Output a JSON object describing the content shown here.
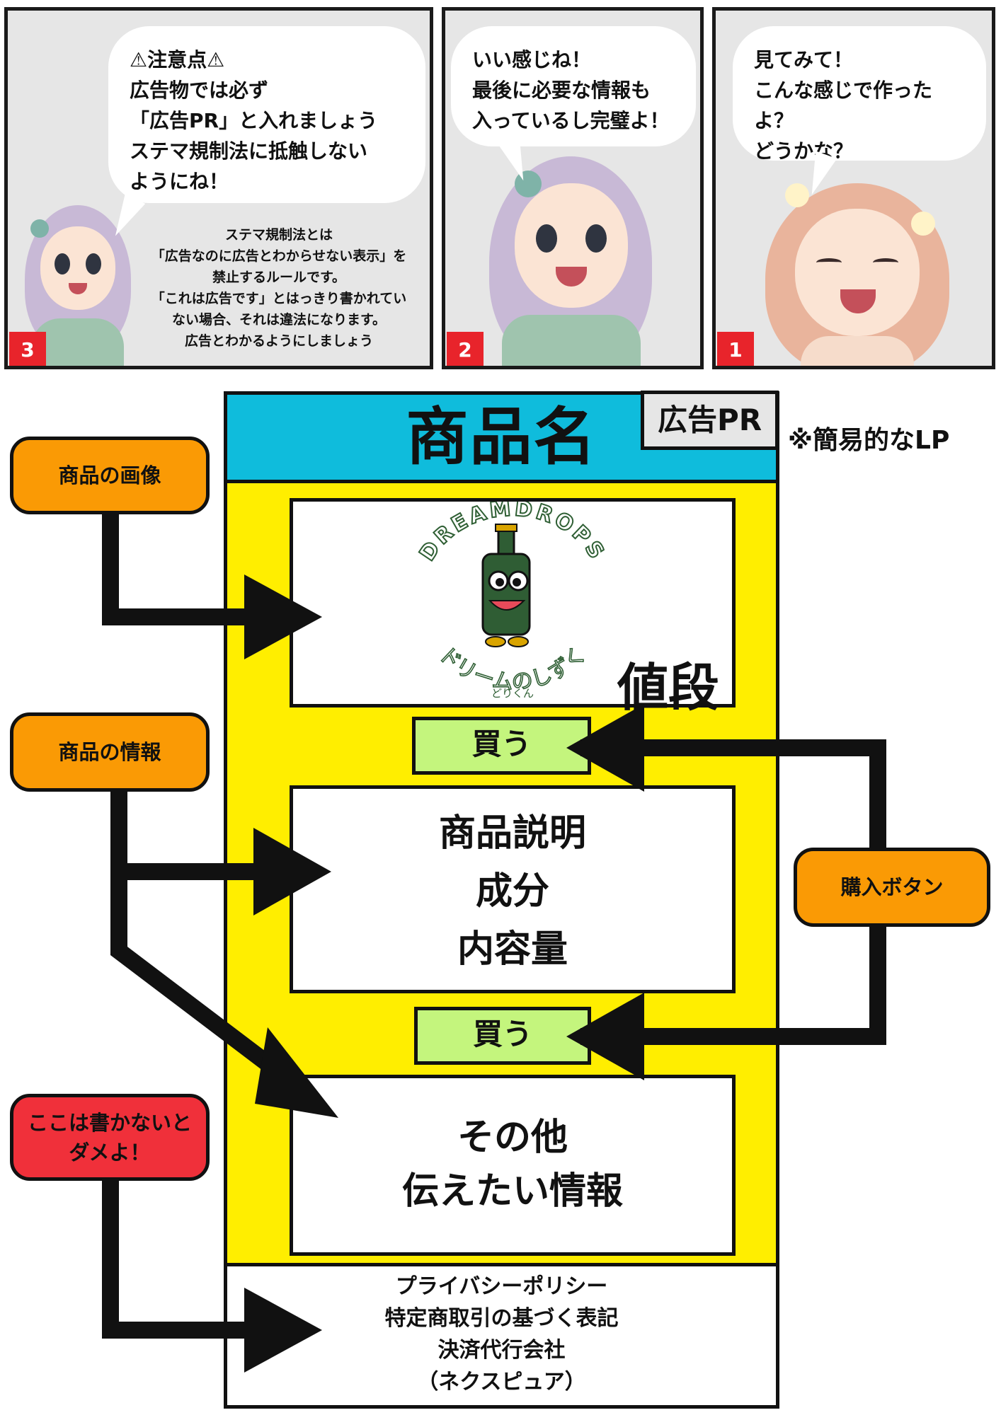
{
  "panels": [
    {
      "number": "3",
      "bubble": "⚠注意点⚠\n広告物では必ず\n「広告PR」と入れましょう\nステマ規制法に抵触しない\nようにね！",
      "note": "ステマ規制法とは\n「広告なのに広告とわからせない表示」を\n禁止するルールです。\n「これは広告です」とはっきり書かれてい\nない場合、それは違法になります。\n広告とわかるようにしましょう"
    },
    {
      "number": "2",
      "bubble": "いい感じね！\n最後に必要な情報も\n入っているし完璧よ！"
    },
    {
      "number": "1",
      "bubble": "見てみて！\nこんな感じで作ったよ？\nどうかな？"
    }
  ],
  "lp": {
    "title": "商品名",
    "ad_tag": "広告PR",
    "note": "※簡易的なLP",
    "logo_arc_text": "DREAMDROPS",
    "logo_jp_text": "ドリームのしずく",
    "logo_sub_text": "どりくん",
    "price": "値段",
    "buy_button_1": "買う",
    "buy_button_2": "買う",
    "description": "商品説明\n成分\n内容量",
    "other_info": "その他\n伝えたい情報",
    "footer": "プライバシーポリシー\n特定商取引の基づく表記\n決済代行会社\n（ネクスピュア）"
  },
  "labels": {
    "product_image": "商品の画像",
    "product_info": "商品の情報",
    "purchase_button": "購入ボタン",
    "must_write": "ここは書かないと\nダメよ！"
  },
  "colors": {
    "header": "#0fbcdc",
    "body": "#ffee00",
    "buy_button": "#c4f57d",
    "label_orange": "#fa9a05",
    "label_red": "#f0303a",
    "panel_number": "#e8242b"
  }
}
